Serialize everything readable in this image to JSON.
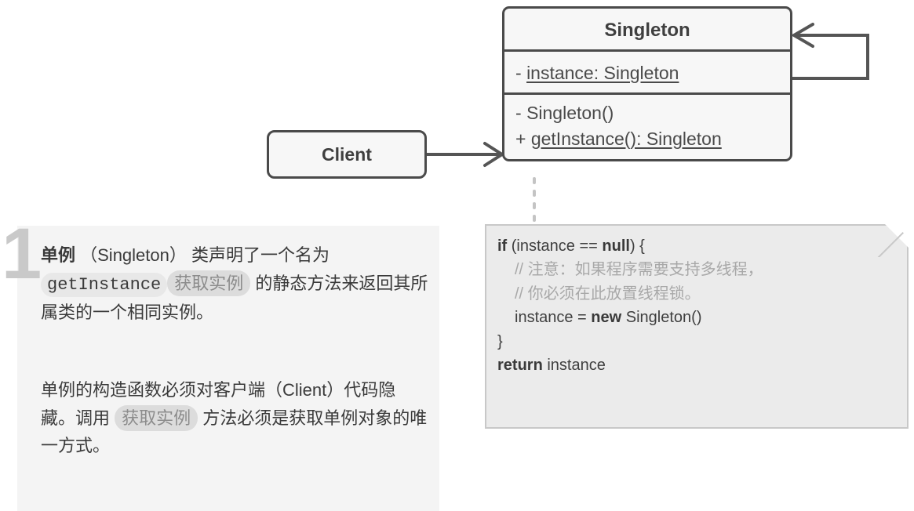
{
  "diagram": {
    "title_hidden": "Singleton design pattern UML structure",
    "colors": {
      "stroke": "#4a4a4a",
      "box_fill": "#f7f7f7",
      "note_fill": "#ebebeb",
      "note_border": "#c8c8c8",
      "panel_fill": "#f4f4f4",
      "muted_text": "#a8a8a8",
      "numeral": "#c9c9c9"
    }
  },
  "singleton_class": {
    "name": "Singleton",
    "attributes": [
      {
        "visibility": "-",
        "text": "instance: Singleton",
        "static": true
      }
    ],
    "methods": [
      {
        "visibility": "-",
        "text": "Singleton()",
        "static": false
      },
      {
        "visibility": "+",
        "text": "getInstance(): Singleton",
        "static": true
      }
    ]
  },
  "client_class": {
    "name": "Client"
  },
  "note": {
    "lines": [
      {
        "segments": [
          {
            "text": "if",
            "style": "kw"
          },
          {
            "text": " (instance == ",
            "style": "plain"
          },
          {
            "text": "null",
            "style": "kw"
          },
          {
            "text": ") {",
            "style": "plain"
          }
        ],
        "indent": false
      },
      {
        "segments": [
          {
            "text": "// 注意：如果程序需要支持多线程，",
            "style": "cmt"
          }
        ],
        "indent": true
      },
      {
        "segments": [
          {
            "text": "// 你必须在此放置线程锁。",
            "style": "cmt"
          }
        ],
        "indent": true
      },
      {
        "segments": [
          {
            "text": "instance = ",
            "style": "plain"
          },
          {
            "text": "new",
            "style": "kw"
          },
          {
            "text": " Singleton()",
            "style": "plain"
          }
        ],
        "indent": true
      },
      {
        "segments": [
          {
            "text": "}",
            "style": "plain"
          }
        ],
        "indent": false
      },
      {
        "segments": [
          {
            "text": "return",
            "style": "kw"
          },
          {
            "text": " instance",
            "style": "plain"
          }
        ],
        "indent": false
      }
    ]
  },
  "info_panel": {
    "step_number": "1",
    "paragraph_1": {
      "segments": [
        {
          "text": "单例",
          "style": "bold"
        },
        {
          "text": " （Singleton） 类声明了一个名为 ",
          "style": "plain"
        },
        {
          "text": "getInstance",
          "style": "mono-pill"
        },
        {
          "text": "获取实例",
          "style": "cn-pill"
        },
        {
          "text": " 的静态方法来返回其所属类的一个相同实例。",
          "style": "plain"
        }
      ],
      "plain_text": "单例（Singleton）类声明了一个名为 getInstance 获取实例 的静态方法来返回其所属类的一个相同实例。"
    },
    "paragraph_2": {
      "segments": [
        {
          "text": "单例的构造函数必须对客户端（Client）代码隐藏。调用 ",
          "style": "plain"
        },
        {
          "text": "获取实例",
          "style": "cn-pill"
        },
        {
          "text": " 方法必须是获取单例对象的唯一方式。",
          "style": "plain"
        }
      ],
      "plain_text": "单例的构造函数必须对客户端（Client）代码隐藏。调用 获取实例 方法必须是获取单例对象的唯一方式。"
    }
  },
  "connectors": {
    "client_to_singleton": {
      "type": "dependency-open-arrow",
      "label": ""
    },
    "singleton_self_loop": {
      "type": "self-association-open-arrow",
      "label": ""
    },
    "singleton_to_note": {
      "type": "dashed-anchor",
      "label": ""
    }
  }
}
